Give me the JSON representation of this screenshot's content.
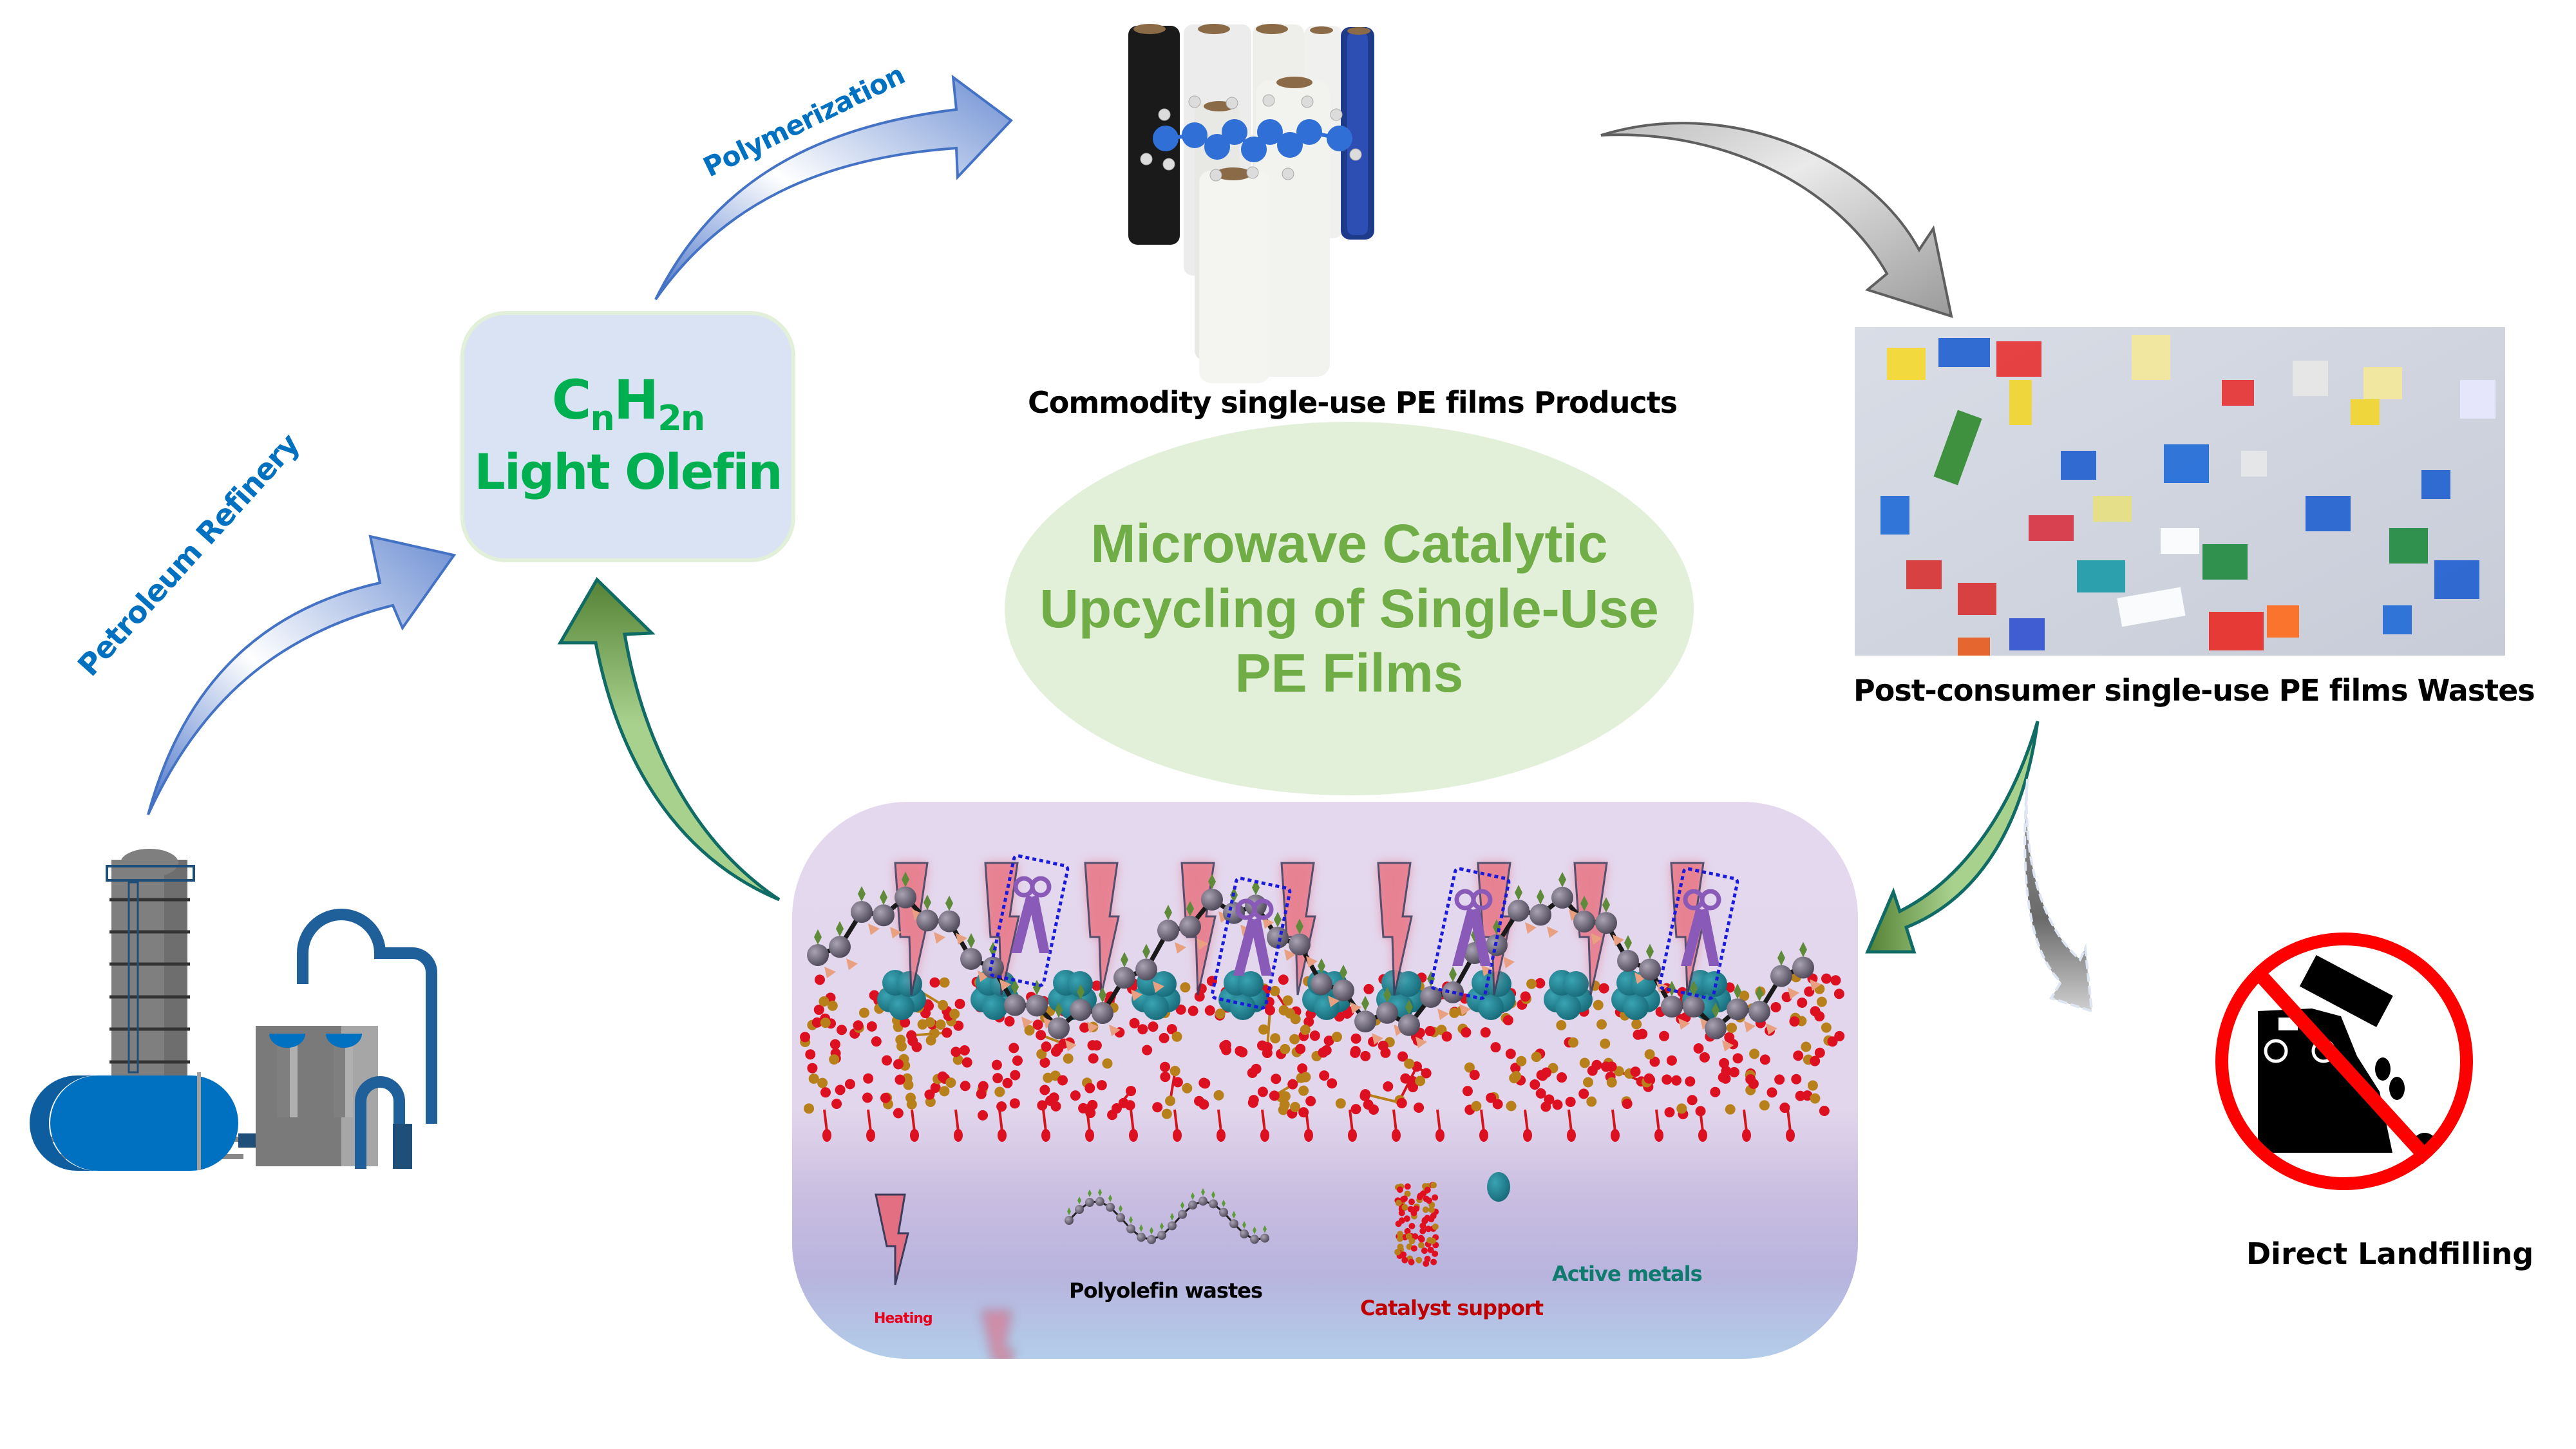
{
  "diagram": {
    "title": "Microwave Catalytic Upcycling of Single-Use PE Films",
    "olefin_box": {
      "formula_c": "C",
      "formula_c_sub": "n",
      "formula_h": "H",
      "formula_h_sub": "2n",
      "label": "Light Olefin"
    },
    "arrows": {
      "refinery_label": "Petroleum Refinery",
      "polymerization_label": "Polymerization"
    },
    "captions": {
      "products": "Commodity single-use PE films Products",
      "wastes": "Post-consumer single-use PE films Wastes",
      "landfill": "Direct Landfilling"
    },
    "legend": [
      {
        "label": "Heating",
        "color": "#e8001c"
      },
      {
        "label": "Polyolefin wastes",
        "color": "#000000"
      },
      {
        "label": "Catalyst support",
        "color": "#c00000"
      },
      {
        "label": "Active metals",
        "color": "#0f7b6f"
      }
    ],
    "colors": {
      "olefin_text": "#00b050",
      "title_text": "#70ad47",
      "arrow_label": "#0070c0",
      "prohibit_red": "#ff0000",
      "active_metal": "#1f8a94"
    }
  }
}
